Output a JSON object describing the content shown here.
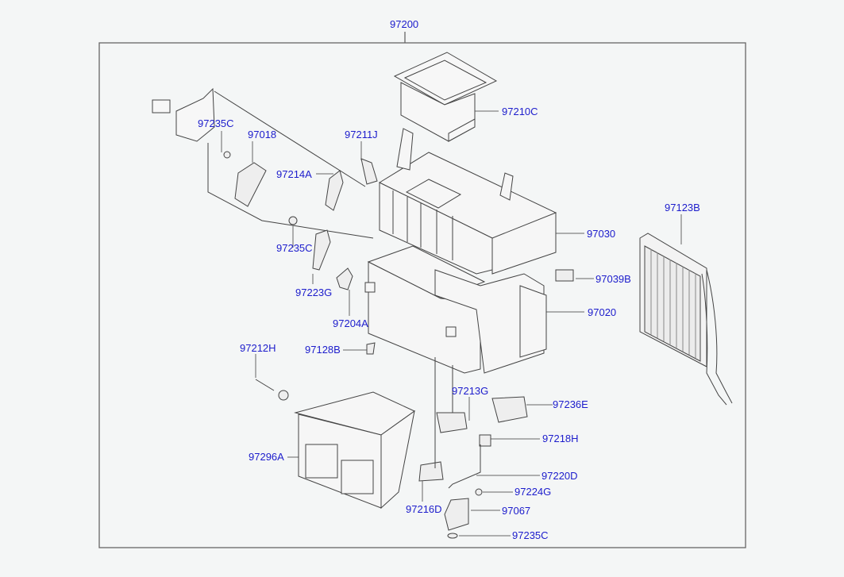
{
  "diagram": {
    "assembly_number": "97200",
    "label_color": "#1c1ccc",
    "line_color": "#555555",
    "background": "#f4f6f6",
    "parts": [
      {
        "id": "97210C"
      },
      {
        "id": "97235C"
      },
      {
        "id": "97018"
      },
      {
        "id": "97211J"
      },
      {
        "id": "97214A"
      },
      {
        "id": "97235C"
      },
      {
        "id": "97223G"
      },
      {
        "id": "97204A"
      },
      {
        "id": "97212H"
      },
      {
        "id": "97128B"
      },
      {
        "id": "97123B"
      },
      {
        "id": "97030"
      },
      {
        "id": "97039B"
      },
      {
        "id": "97020"
      },
      {
        "id": "97213G"
      },
      {
        "id": "97236E"
      },
      {
        "id": "97218H"
      },
      {
        "id": "97296A"
      },
      {
        "id": "97220D"
      },
      {
        "id": "97224G"
      },
      {
        "id": "97216D"
      },
      {
        "id": "97067"
      },
      {
        "id": "97235C"
      }
    ]
  }
}
